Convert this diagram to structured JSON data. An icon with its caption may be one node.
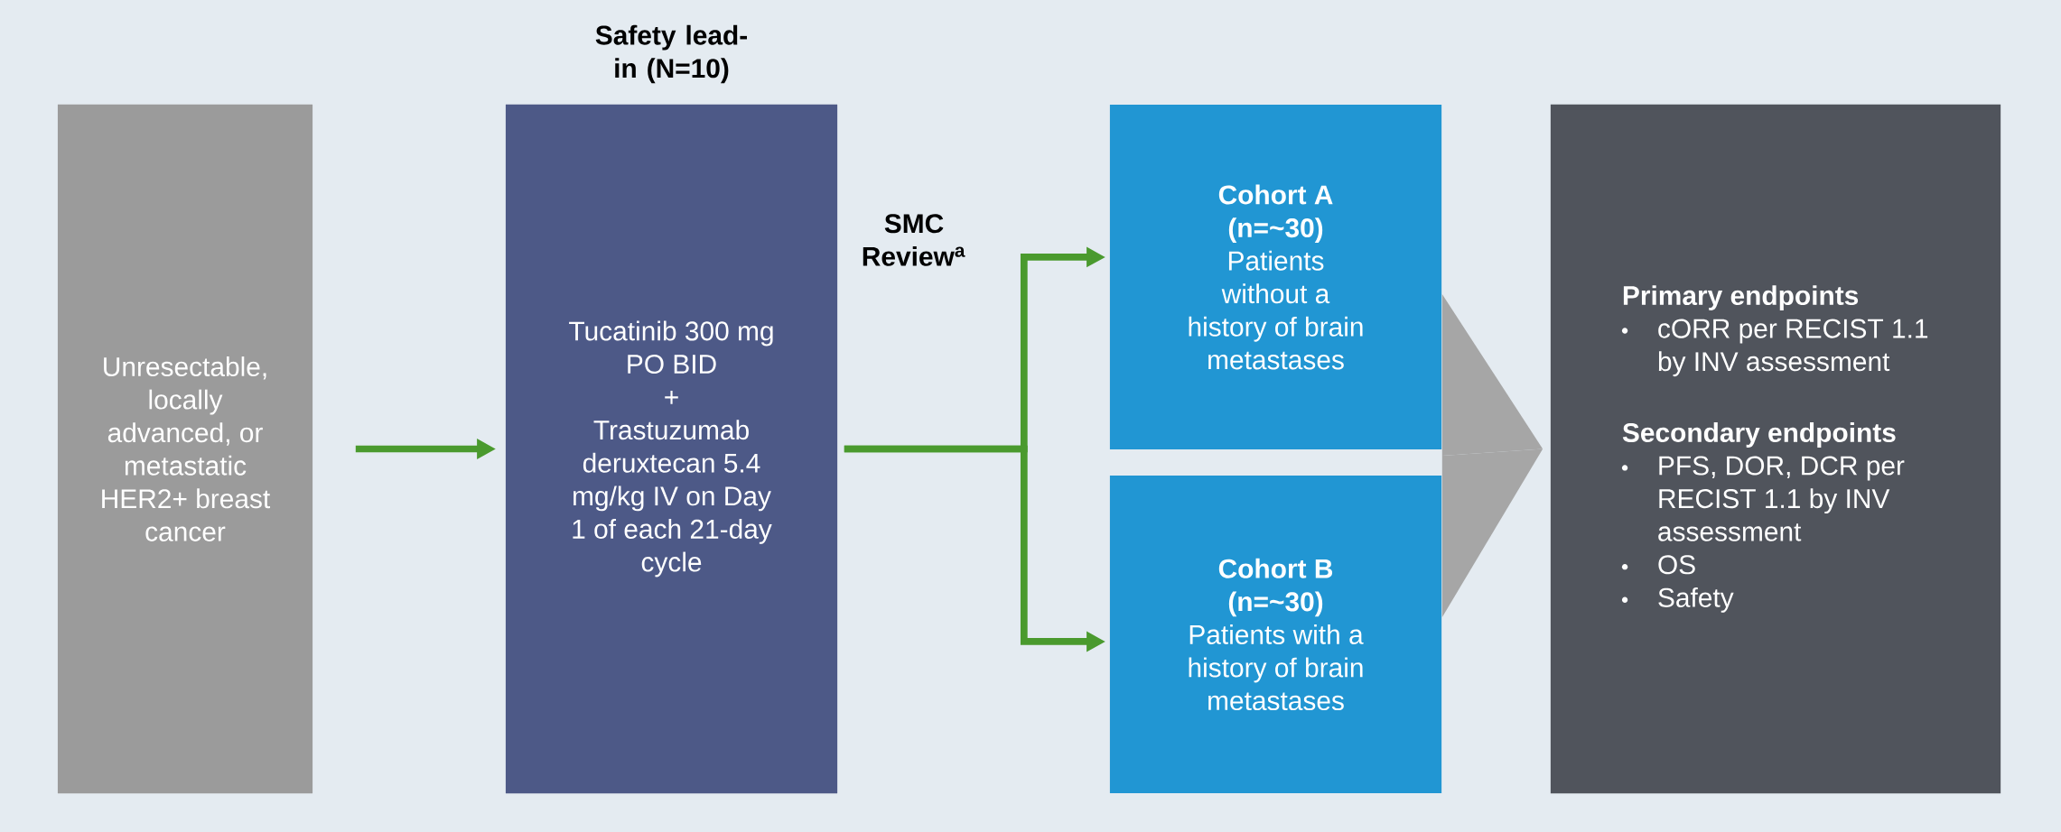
{
  "diagram": {
    "nodes": [
      {
        "text": [
          "Unresectable, locally advanced, or metastatic HER2+ breast cancer"
        ]
      },
      {
        "text": [
          "Safety lead-in (N=10)",
          "Tucatinib 300 mg PO BID",
          "+",
          "Trastuzumab deruxtecan 5.4 mg/kg IV on Day 1 of each 21-day cycle"
        ]
      },
      {
        "text": [
          "Cohort A (n=~30)",
          "Patients without a history of brain metastases"
        ]
      },
      {
        "text": [
          "Cohort B (n=~30)",
          "Patients with a history of brain metastases"
        ]
      },
      {
        "text": [
          "Primary endpoints",
          "cORR per RECIST 1.1 by INV assessment",
          "Secondary endpoints",
          "PFS, DOR, DCR per RECIST 1.1 by INV assessment",
          "OS",
          "Safety"
        ]
      }
    ],
    "edges": [
      {
        "from": 0,
        "to": 1,
        "arrow": "to"
      },
      {
        "from": 1,
        "to": 2,
        "arrow": "to"
      },
      {
        "from": 1,
        "to": 3,
        "arrow": "to"
      },
      {
        "from": 2,
        "to": 4,
        "arrow": "to",
        "color": "#a6a6a6"
      },
      {
        "from": 3,
        "to": 4,
        "arrow": "to",
        "color": "#a6a6a6"
      }
    ],
    "labels": [
      "SMC Review$^{a}$"
    ]
  }
}
